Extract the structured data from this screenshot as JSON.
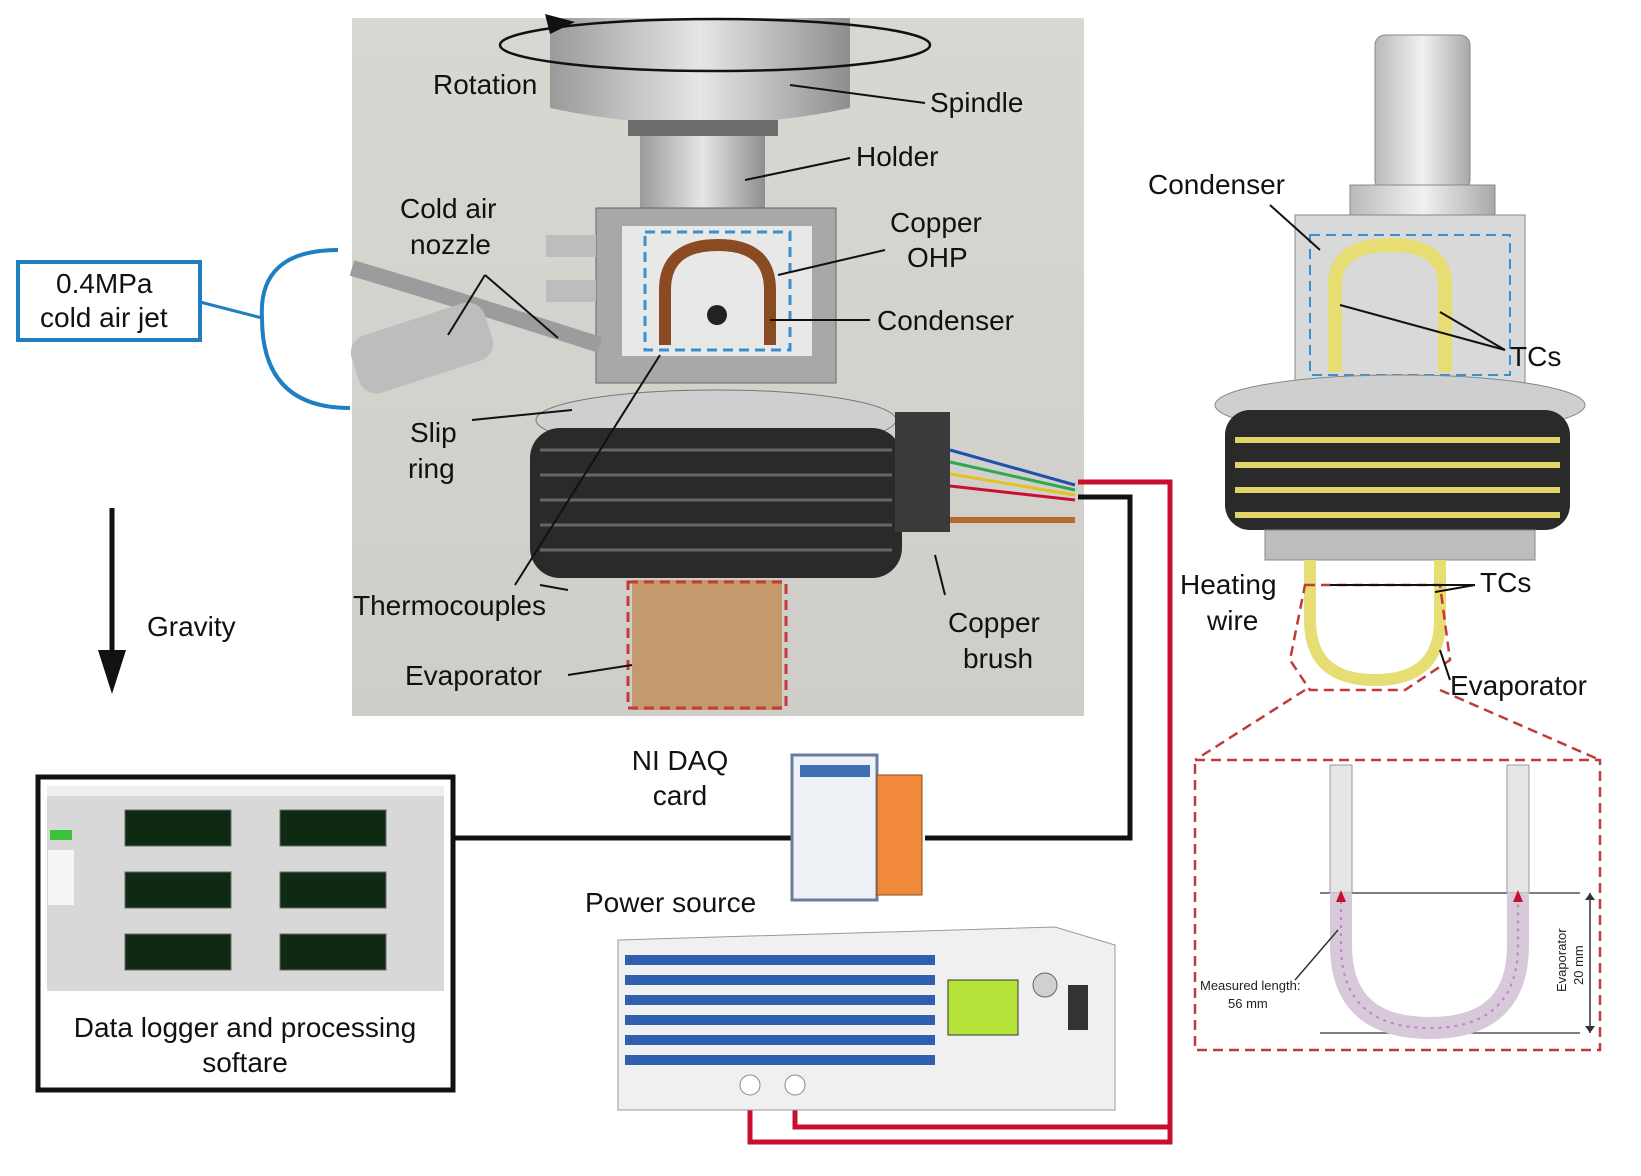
{
  "photo_labels": {
    "rotation": "Rotation",
    "spindle": "Spindle",
    "holder": "Holder",
    "cold_air_nozzle_1": "Cold air",
    "cold_air_nozzle_2": "nozzle",
    "copper_ohp_1": "Copper",
    "copper_ohp_2": "OHP",
    "condenser": "Condenser",
    "slip_ring_1": "Slip",
    "slip_ring_2": "ring",
    "thermocouples": "Thermocouples",
    "evaporator": "Evaporator",
    "copper_brush_1": "Copper",
    "copper_brush_2": "brush"
  },
  "cold_air_box": {
    "line1": "0.4MPa",
    "line2": "cold air jet"
  },
  "gravity": "Gravity",
  "daq": {
    "line1": "NI DAQ",
    "line2": "card"
  },
  "power_source": "Power source",
  "data_logger": {
    "line1": "Data logger and processing",
    "line2": "softare"
  },
  "cad_labels": {
    "condenser": "Condenser",
    "tcs_top": "TCs",
    "heating_wire_1": "Heating",
    "heating_wire_2": "wire",
    "tcs_bottom": "TCs",
    "evaporator": "Evaporator"
  },
  "detail": {
    "measured_1": "Measured length:",
    "measured_2": "56 mm",
    "evaporator_dim_1": "Evaporator",
    "evaporator_dim_2": "20 mm"
  },
  "colors": {
    "box_blue": "#1f7fc1",
    "wire_red": "#c8102e",
    "wire_black": "#111111",
    "dash_red": "#c23b3b",
    "dash_blue": "#3a8fd0",
    "psu_blue": "#2f5fae"
  }
}
